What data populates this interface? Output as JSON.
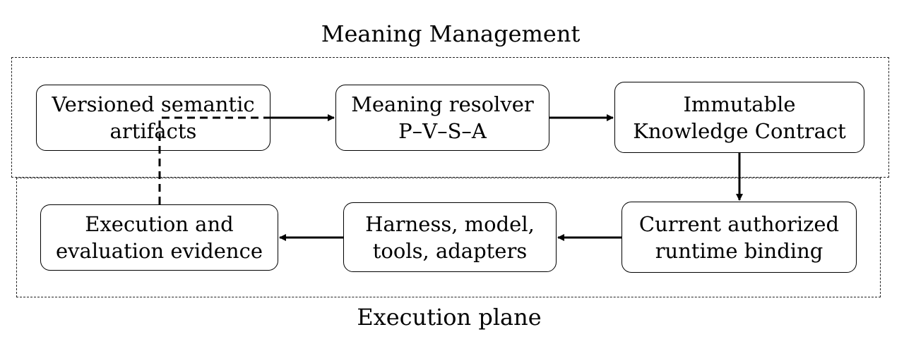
{
  "regions": {
    "meaning": {
      "label": "Meaning Management"
    },
    "execution": {
      "label": "Execution plane"
    }
  },
  "nodes": {
    "artifacts": {
      "line1": "Versioned semantic",
      "line2": "artifacts"
    },
    "resolver": {
      "line1": "Meaning resolver",
      "line2": "P–V–S–A"
    },
    "contract": {
      "line1": "Immutable",
      "line2": "Knowledge Contract"
    },
    "binding": {
      "line1": "Current authorized",
      "line2": "runtime binding"
    },
    "harness": {
      "line1": "Harness, model,",
      "line2": "tools, adapters"
    },
    "evidence": {
      "line1": "Execution and",
      "line2": "evaluation evidence"
    }
  },
  "edges": [
    {
      "from": "artifacts",
      "to": "resolver",
      "style": "solid"
    },
    {
      "from": "resolver",
      "to": "contract",
      "style": "solid"
    },
    {
      "from": "contract",
      "to": "binding",
      "style": "solid"
    },
    {
      "from": "binding",
      "to": "harness",
      "style": "solid"
    },
    {
      "from": "harness",
      "to": "evidence",
      "style": "solid"
    },
    {
      "from": "evidence",
      "to": "artifacts",
      "style": "dashed"
    }
  ]
}
